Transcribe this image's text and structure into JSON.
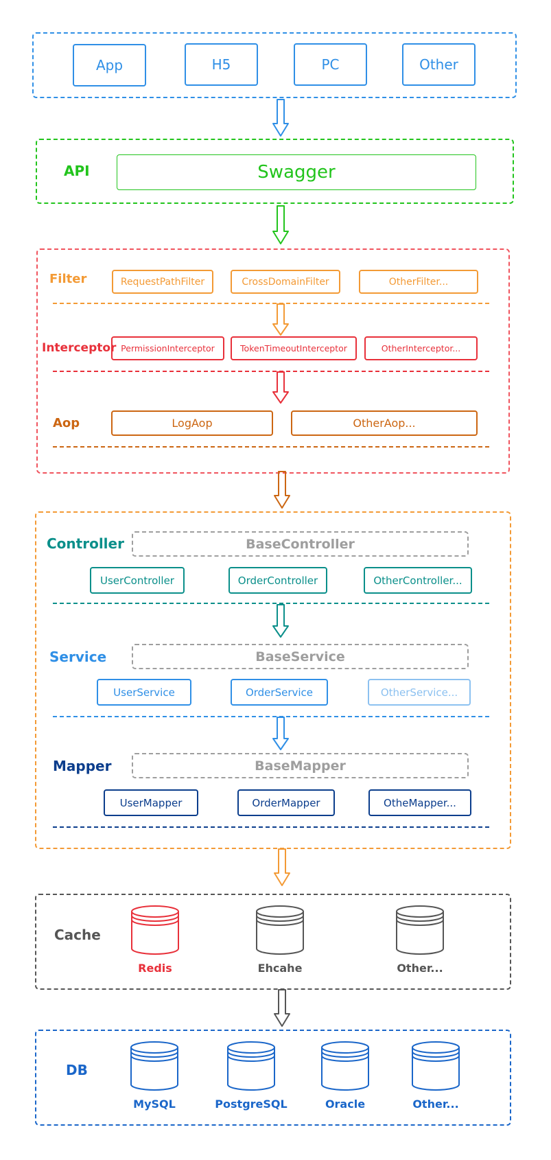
{
  "clients": {
    "items": [
      "App",
      "H5",
      "PC",
      "Other"
    ]
  },
  "api": {
    "label": "API",
    "swagger": "Swagger"
  },
  "filter": {
    "label": "Filter",
    "items": [
      "RequestPathFilter",
      "CrossDomainFilter",
      "OtherFilter..."
    ]
  },
  "interceptor": {
    "label": "Interceptor",
    "items": [
      "PermissionInterceptor",
      "TokenTimeoutInterceptor",
      "OtherInterceptor..."
    ]
  },
  "aop": {
    "label": "Aop",
    "items": [
      "LogAop",
      "OtherAop..."
    ]
  },
  "controller": {
    "label": "Controller",
    "base": "BaseController",
    "items": [
      "UserController",
      "OrderController",
      "OtherController..."
    ]
  },
  "service": {
    "label": "Service",
    "base": "BaseService",
    "items": [
      "UserService",
      "OrderService",
      "OtherService..."
    ]
  },
  "mapper": {
    "label": "Mapper",
    "base": "BaseMapper",
    "items": [
      "UserMapper",
      "OrderMapper",
      "OtheMapper..."
    ]
  },
  "cache": {
    "label": "Cache",
    "items": [
      "Redis",
      "Ehcahe",
      "Other..."
    ]
  },
  "db": {
    "label": "DB",
    "items": [
      "MySQL",
      "PostgreSQL",
      "Oracle",
      "Other..."
    ]
  },
  "colors": {
    "clients": "#2f8fe6",
    "api": "#22c41c",
    "filter": "#f39a35",
    "interceptor": "#e8303a",
    "aop": "#cc6612",
    "controller": "#0a8f8a",
    "service": "#2f8fe6",
    "mapper": "#0b3d8c",
    "cache": "#555555",
    "redis": "#e8303a",
    "db": "#1a66c9",
    "base": "#9e9e9e"
  }
}
